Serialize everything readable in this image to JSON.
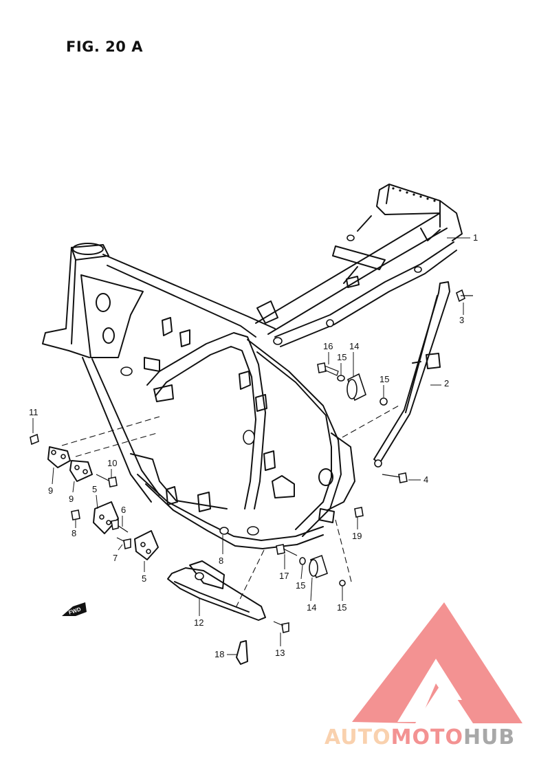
{
  "figure": {
    "title": "FIG. 20 A"
  },
  "callouts": [
    {
      "id": "c1",
      "label": "1"
    },
    {
      "id": "c2",
      "label": "2"
    },
    {
      "id": "c3",
      "label": "3"
    },
    {
      "id": "c4",
      "label": "4"
    },
    {
      "id": "c5a",
      "label": "5"
    },
    {
      "id": "c5b",
      "label": "5"
    },
    {
      "id": "c6",
      "label": "6"
    },
    {
      "id": "c7",
      "label": "7"
    },
    {
      "id": "c8a",
      "label": "8"
    },
    {
      "id": "c8b",
      "label": "8"
    },
    {
      "id": "c9a",
      "label": "9"
    },
    {
      "id": "c9b",
      "label": "9"
    },
    {
      "id": "c10",
      "label": "10"
    },
    {
      "id": "c11",
      "label": "11"
    },
    {
      "id": "c12",
      "label": "12"
    },
    {
      "id": "c13",
      "label": "13"
    },
    {
      "id": "c14a",
      "label": "14"
    },
    {
      "id": "c14b",
      "label": "14"
    },
    {
      "id": "c15a",
      "label": "15"
    },
    {
      "id": "c15b",
      "label": "15"
    },
    {
      "id": "c15c",
      "label": "15"
    },
    {
      "id": "c15d",
      "label": "15"
    },
    {
      "id": "c16",
      "label": "16"
    },
    {
      "id": "c17",
      "label": "17"
    },
    {
      "id": "c18",
      "label": "18"
    },
    {
      "id": "c19",
      "label": "19"
    }
  ],
  "fwd_label": "FWD",
  "watermark": {
    "part1": "AUTO",
    "part2": "MOTO",
    "part3": "HUB",
    "color_light": "#f9c9a0",
    "color_red": "#f27f7f",
    "color_gray": "#9a9a9a"
  }
}
